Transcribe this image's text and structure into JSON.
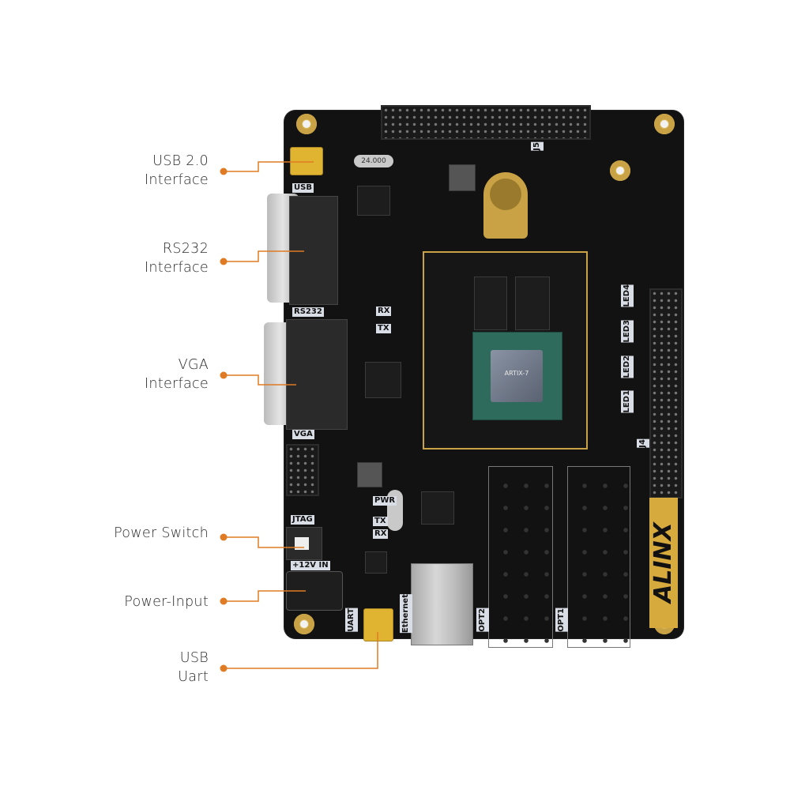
{
  "callouts": [
    {
      "line1": "USB 2.0",
      "line2": "Interface"
    },
    {
      "line1": "RS232",
      "line2": "Interface"
    },
    {
      "line1": "VGA",
      "line2": "Interface"
    },
    {
      "line1": "Power Switch",
      "line2": ""
    },
    {
      "line1": "Power-Input",
      "line2": ""
    },
    {
      "line1": "USB",
      "line2": "Uart"
    }
  ],
  "colors": {
    "accent": "#e07b24",
    "board": "#121212",
    "text": "#2b2b2b",
    "gold": "#d9b85a"
  },
  "board": {
    "logo": "ALINX",
    "silkscreen": {
      "usb": "USB",
      "rs232": "RS232",
      "vga": "VGA",
      "jtag": "JTAG",
      "power_in": "+12V IN",
      "uart": "UART",
      "ethernet": "Ethernet",
      "opt2": "OPT2",
      "opt1": "OPT1",
      "led1": "LED1",
      "led2": "LED2",
      "led3": "LED3",
      "led4": "LED4",
      "j4": "J4",
      "j5": "J5",
      "pwr": "PWR",
      "tx": "TX",
      "rx": "RX",
      "tx2": "TX",
      "rx2": "RX",
      "crystal": "24.000",
      "fpga": "ARTIX-7"
    }
  }
}
